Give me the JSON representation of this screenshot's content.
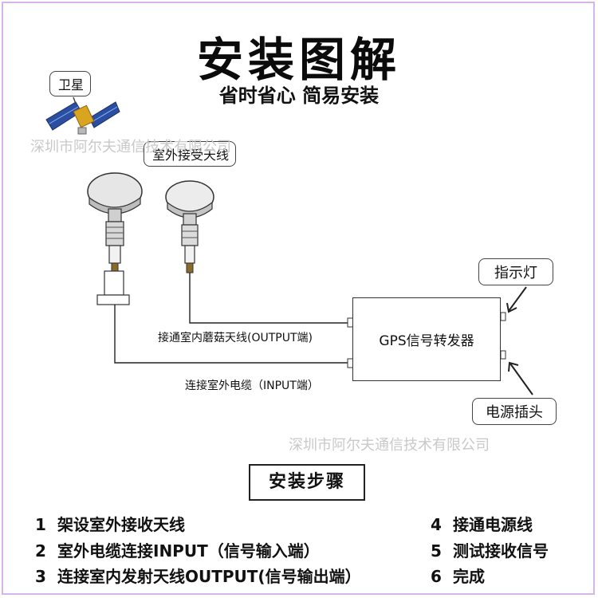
{
  "header": {
    "title": "安装图解",
    "subtitle": "省时省心  简易安装"
  },
  "diagram": {
    "satellite_label": "卫星",
    "outdoor_antenna_label": "室外接受天线",
    "indicator_label": "指示灯",
    "power_label": "电源插头",
    "device_label": "GPS信号转发器",
    "output_wire_label": "接通室内蘑菇天线(OUTPUT端)",
    "input_wire_label": "连接室外电缆（INPUT端）",
    "watermark_top": "深圳市阿尔夫通信技术有限公司",
    "watermark_bottom": "深圳市阿尔夫通信技术有限公司"
  },
  "steps": {
    "title": "安装步骤",
    "left": [
      {
        "num": "1",
        "text": "架设室外接收天线"
      },
      {
        "num": "2",
        "text": "室外电缆连接INPUT（信号输入端）"
      },
      {
        "num": "3",
        "text": "连接室内发射天线OUTPUT(信号输出端）"
      }
    ],
    "right": [
      {
        "num": "4",
        "text": "接通电源线"
      },
      {
        "num": "5",
        "text": "测试接收信号"
      },
      {
        "num": "6",
        "text": "完成"
      }
    ]
  }
}
